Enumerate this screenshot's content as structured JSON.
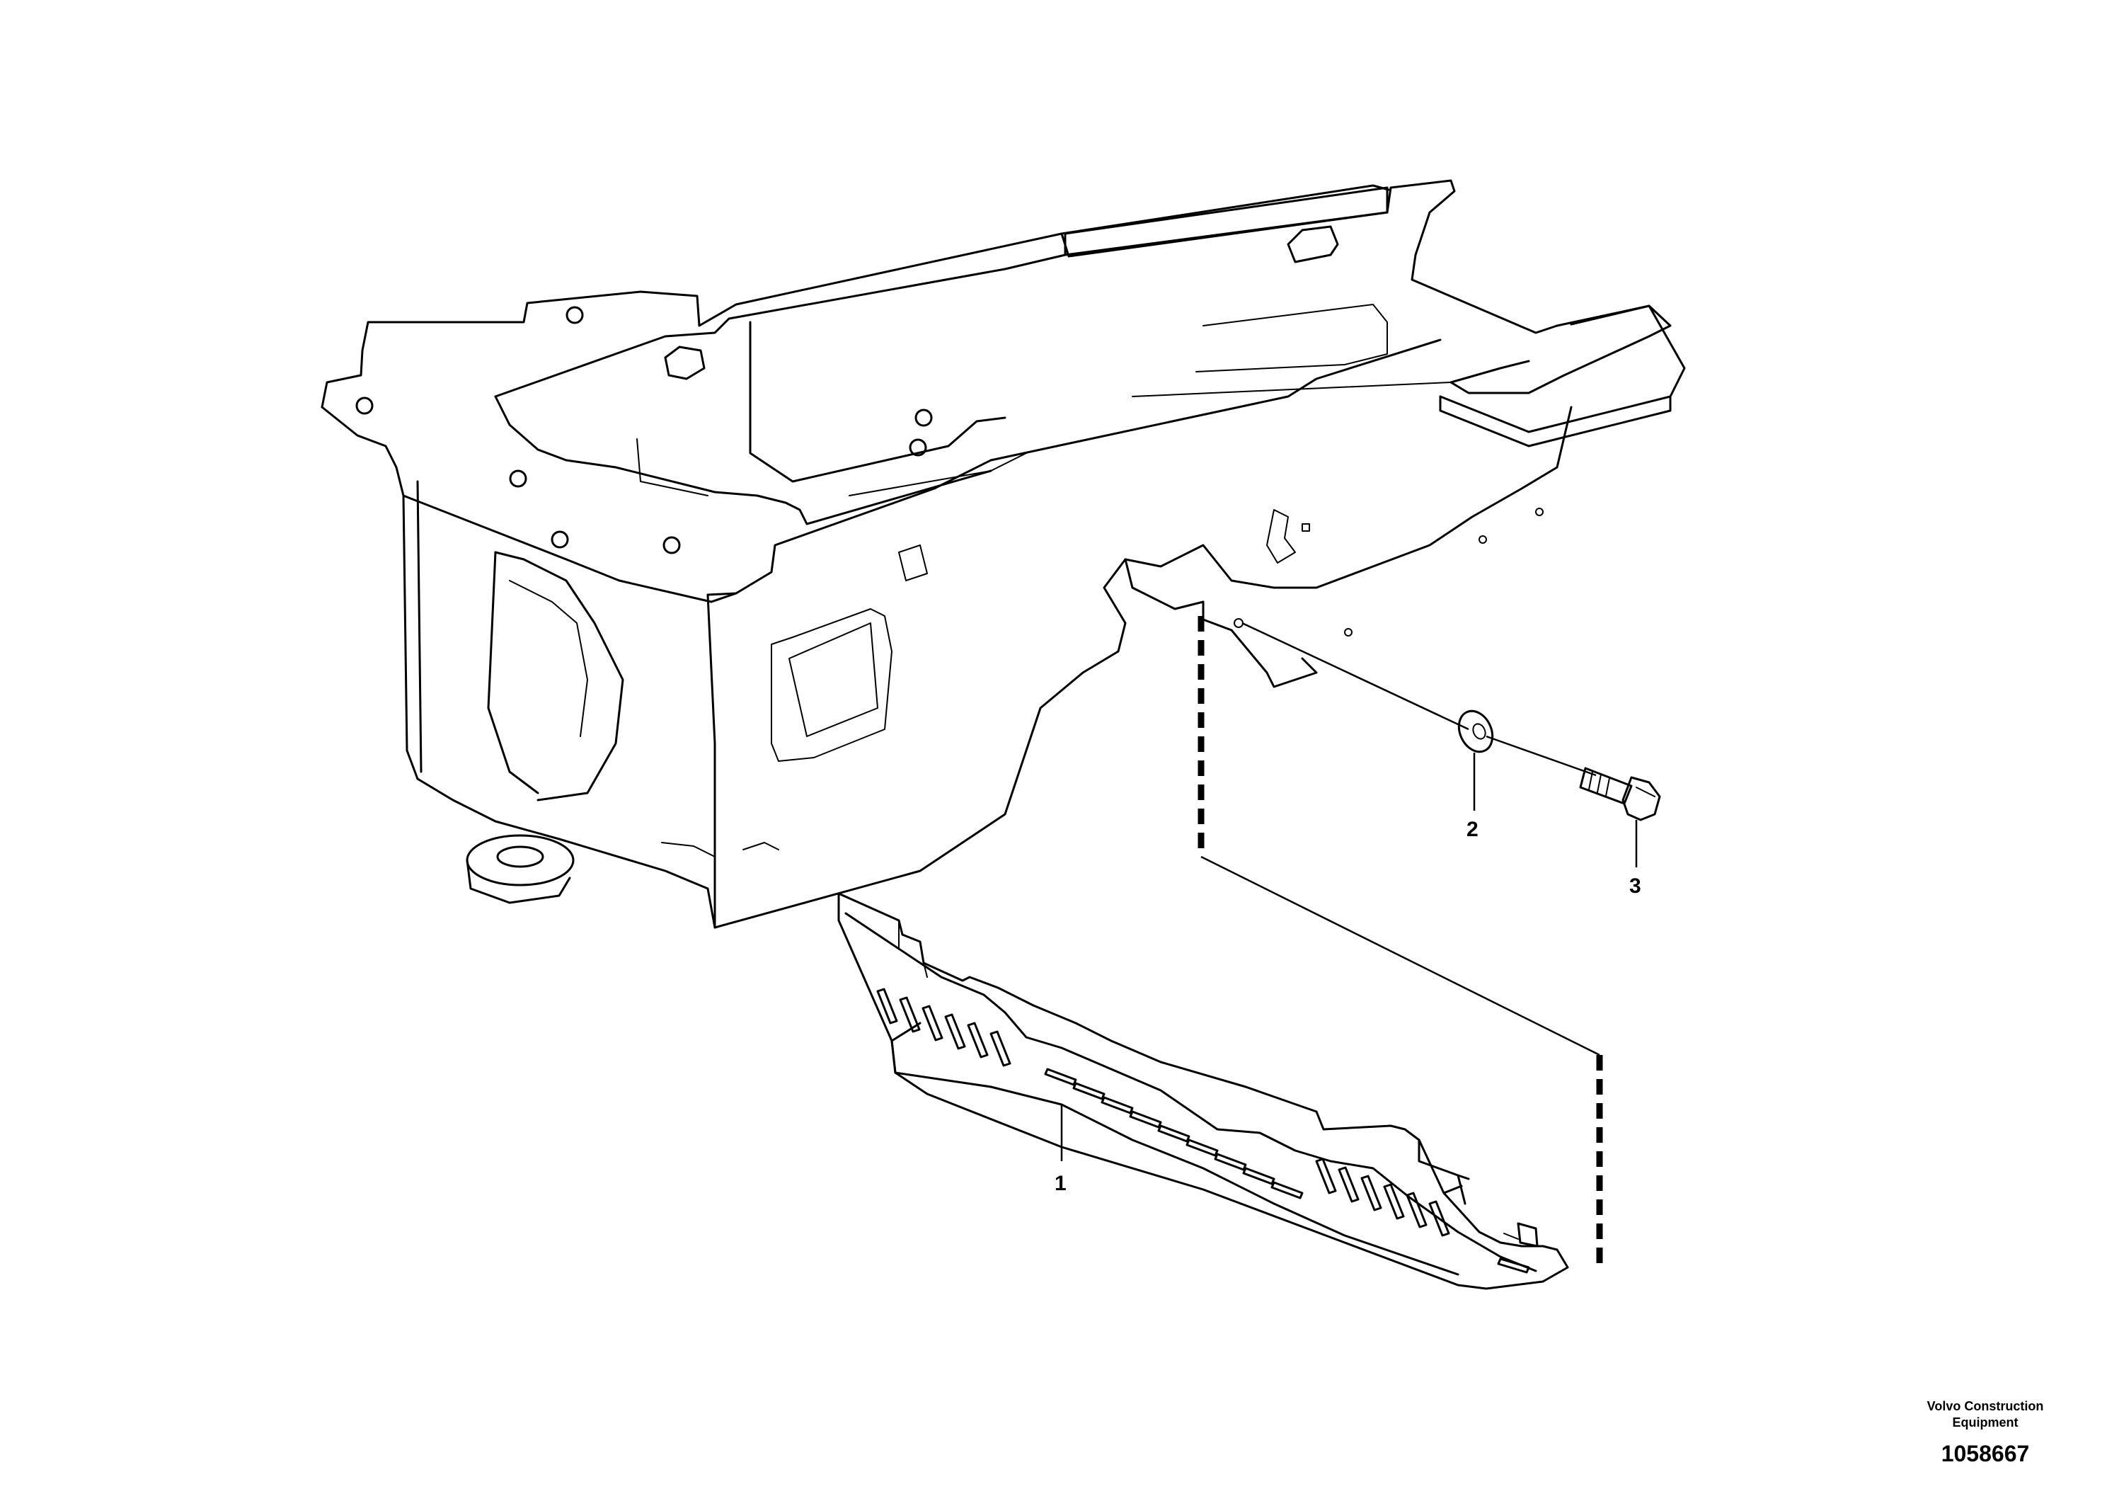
{
  "callouts": [
    {
      "label": "1",
      "part": "guard plate"
    },
    {
      "label": "2",
      "part": "washer"
    },
    {
      "label": "3",
      "part": "screw"
    }
  ],
  "footer": {
    "brand_line1": "Volvo Construction",
    "brand_line2": "Equipment",
    "document_number": "1058667"
  }
}
